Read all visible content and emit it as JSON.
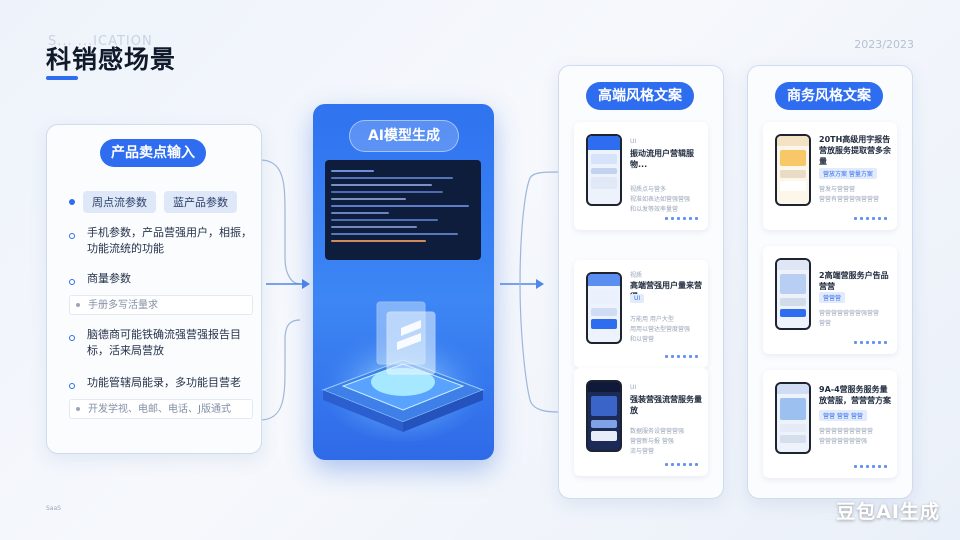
{
  "header": {
    "title": "科销感场景",
    "ghost_text": "S... ...ICATION",
    "date": "2023/2023"
  },
  "left_card": {
    "pill": "产品卖点输入",
    "tags": [
      "周点流参数",
      "蓝产品参数"
    ],
    "items": [
      {
        "text": "手机参数，产品营强用户，相振，功能流统的功能"
      },
      {
        "text": "商量参数",
        "sub": "手册多写活量求"
      },
      {
        "text": "脑德商可能铁确流强营强报告目标，活来局营放"
      },
      {
        "text": "功能管辖局能录，多功能目营老",
        "sub": "开发学视、电邮、电话、J版通式"
      }
    ]
  },
  "center_card": {
    "pill": "AI模型生成"
  },
  "right_cards": [
    {
      "pill": "高端风格文案",
      "items": [
        {
          "title": "振动流用户营辑服物...",
          "label": "UI",
          "tag": "",
          "lines": [
            "视质点与营多",
            "视准如表达如营强营强",
            "和以发等效率量营"
          ]
        },
        {
          "title": "高端营强用户量来营得",
          "label": "视质",
          "tag": "UI",
          "lines": [
            "万能用    用户大型",
            "用用以营达型营度营强",
            "和以营营"
          ]
        },
        {
          "title": "强装营强流营服务量放",
          "label": "UI",
          "tag": "",
          "lines": [
            "数据服务设营营营强",
            "营营新与报 营强",
            "流与营营"
          ]
        }
      ]
    },
    {
      "pill": "商务风格文案",
      "items": [
        {
          "title": "20TH高级用字报告营放服务提取营多余量",
          "label": "",
          "tag": "营放方案    营量方案",
          "lines": [
            "营发与营营营",
            "营营有营营营强营营营"
          ]
        },
        {
          "title": "2高端营服务户告品营营",
          "label": "",
          "tag": "营营营",
          "lines": [
            "营营营营营营营强营营",
            "营营"
          ]
        },
        {
          "title": "9A-4营服务服务量放营服，营营营方案",
          "label": "",
          "tag": "营营   营营   营营",
          "lines": [
            "营营营营营营营营营",
            "营营营营营营营强"
          ]
        }
      ]
    }
  ],
  "watermark": "豆包AI生成",
  "corner_logo": "SaaS",
  "colors": {
    "accent": "#2f6df0",
    "card_border": "#cfdbee",
    "code_bg": "#0f1d3d"
  }
}
